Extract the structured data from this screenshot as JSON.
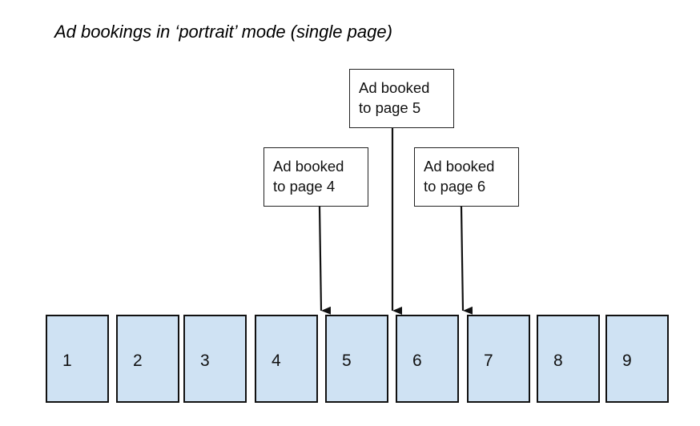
{
  "title": "Ad bookings in ‘portrait’ mode (single page)",
  "callouts": [
    {
      "line1": "Ad booked",
      "line2": "to page 4"
    },
    {
      "line1": "Ad booked",
      "line2": "to page 5"
    },
    {
      "line1": "Ad booked",
      "line2": "to page 6"
    }
  ],
  "pages": [
    "1",
    "2",
    "3",
    "4",
    "5",
    "6",
    "7",
    "8",
    "9"
  ],
  "colors": {
    "page_fill": "#cfe2f3",
    "border": "#111111"
  }
}
